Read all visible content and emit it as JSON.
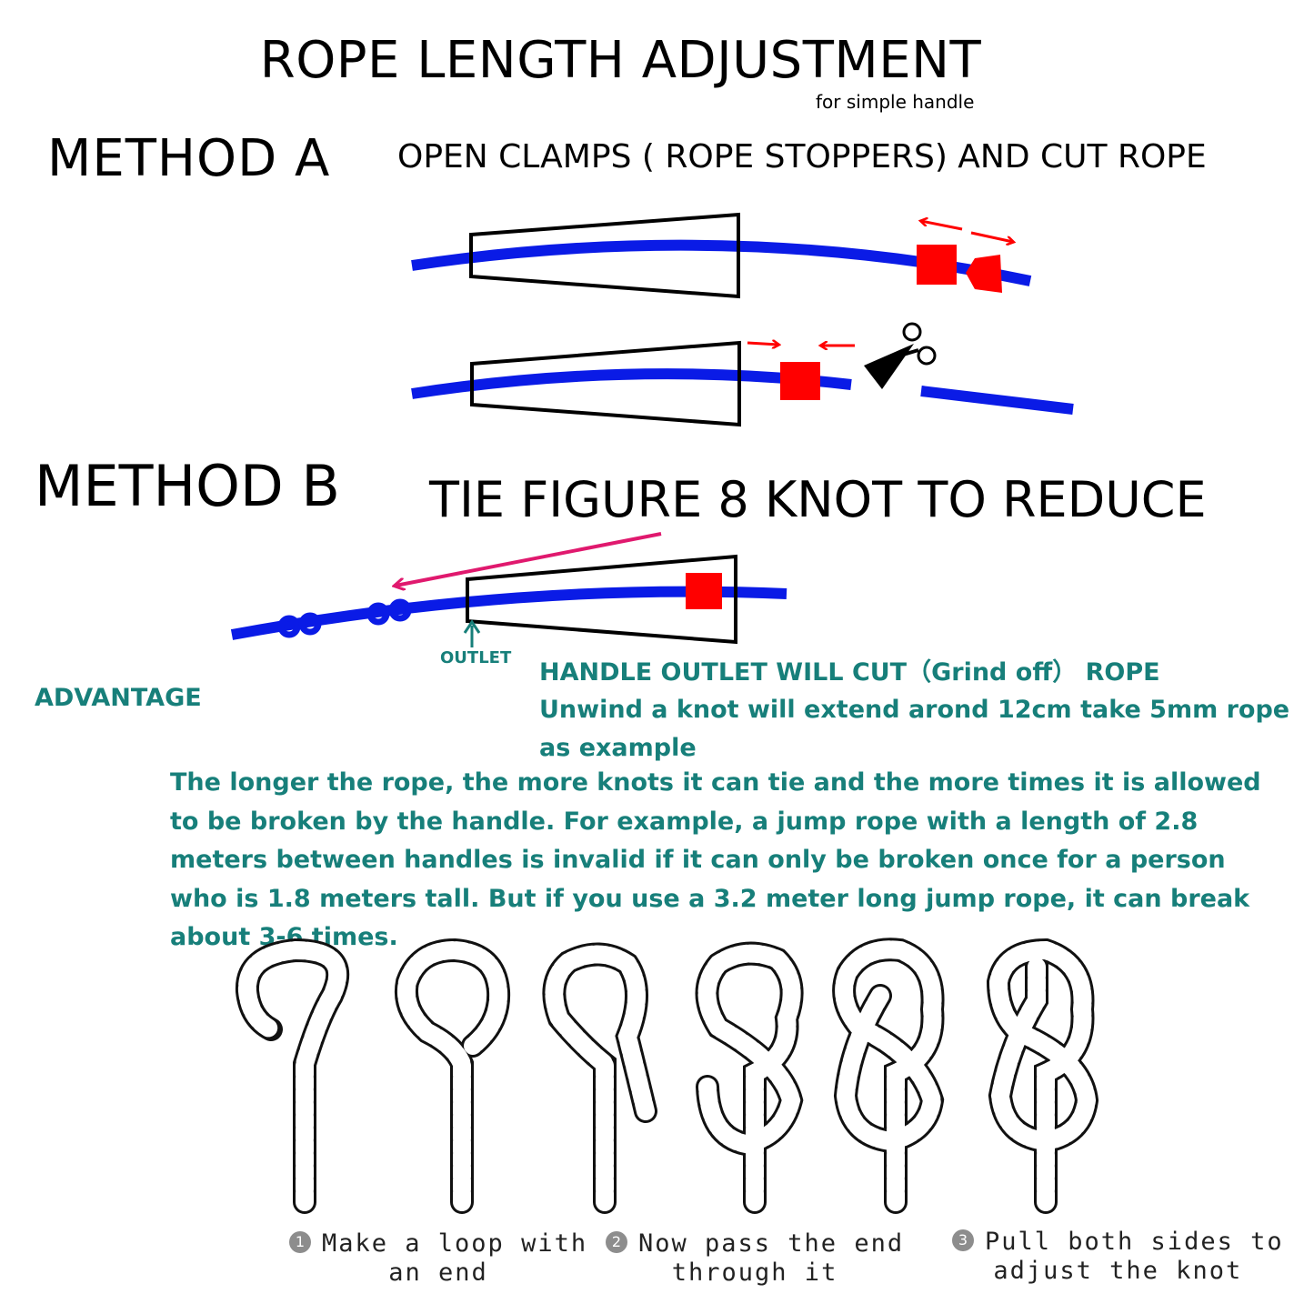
{
  "header": {
    "title": "ROPE LENGTH ADJUSTMENT",
    "subtitle": "for simple handle"
  },
  "method_a": {
    "label": "METHOD  A",
    "description": "OPEN CLAMPS ( ROPE STOPPERS) AND CUT ROPE"
  },
  "method_b": {
    "label": "METHOD B",
    "description": "TIE FIGURE 8 KNOT TO REDUCE",
    "outlet_label": "OUTLET"
  },
  "notes": {
    "advantage": "ADVANTAGE",
    "line1": "HANDLE OUTLET WILL CUT（Grind off） ROPE",
    "line2": "Unwind a knot will extend arond 12cm take 5mm rope as example",
    "paragraph": "The longer the rope, the more knots it can tie and the more times it is allowed to be broken by the handle. For example, a jump rope with a length of 2.8 meters between handles is invalid if it can only be broken once for a person who is 1.8 meters tall. But if you use a 3.2 meter long jump rope, it can break about 3-6 times."
  },
  "steps": [
    {
      "number": "1",
      "line1": "Make a loop with",
      "line2": "an end"
    },
    {
      "number": "2",
      "line1": "Now pass the end",
      "line2": "through it"
    },
    {
      "number": "3",
      "line1": "Pull both sides to",
      "line2": "adjust the knot"
    }
  ],
  "colors": {
    "rope": "#0a1be6",
    "clamp": "#ff0000",
    "arrow_pink": "#e0196e",
    "teal": "#177f7a",
    "outline": "#000000"
  }
}
